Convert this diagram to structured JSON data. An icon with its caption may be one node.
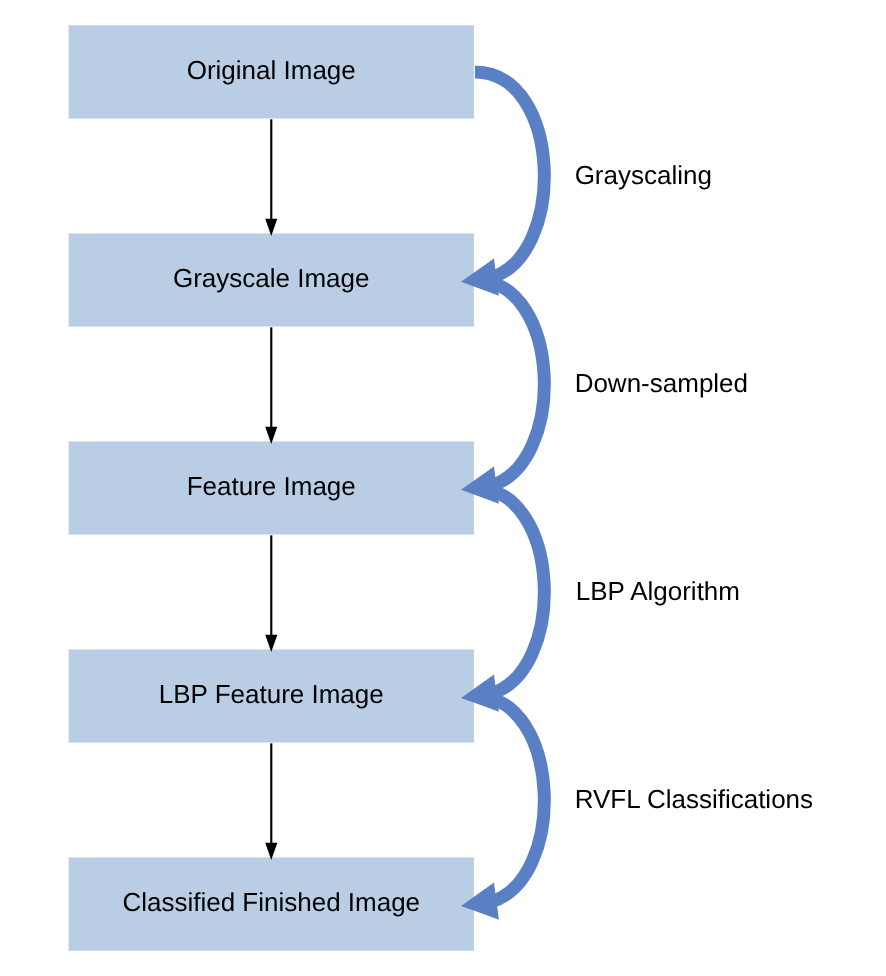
{
  "diagram": {
    "nodes": [
      {
        "text": [
          "Original Image"
        ]
      },
      {
        "text": [
          "Grayscale Image"
        ]
      },
      {
        "text": [
          "Feature Image"
        ]
      },
      {
        "text": [
          "LBP Feature Image"
        ]
      },
      {
        "text": [
          "Classified Finished Image"
        ]
      }
    ],
    "edges": [
      {
        "from": 0,
        "to": 1,
        "arrow": "to"
      },
      {
        "from": 1,
        "to": 2,
        "arrow": "to"
      },
      {
        "from": 2,
        "to": 3,
        "arrow": "to"
      },
      {
        "from": 3,
        "to": 4,
        "arrow": "to"
      },
      {
        "from": 0,
        "to": 1,
        "arrow": "to",
        "label": "Grayscaling",
        "style": "thick",
        "color": "#5b7fc4"
      },
      {
        "from": 1,
        "to": 2,
        "arrow": "to",
        "label": "Down-sampled",
        "style": "thick",
        "color": "#5b7fc4"
      },
      {
        "from": 2,
        "to": 3,
        "arrow": "to",
        "label": "LBP Algorithm",
        "style": "thick",
        "color": "#5b7fc4"
      },
      {
        "from": 3,
        "to": 4,
        "arrow": "to",
        "label": "RVFL Classifications",
        "style": "thick",
        "color": "#5b7fc4"
      }
    ]
  }
}
